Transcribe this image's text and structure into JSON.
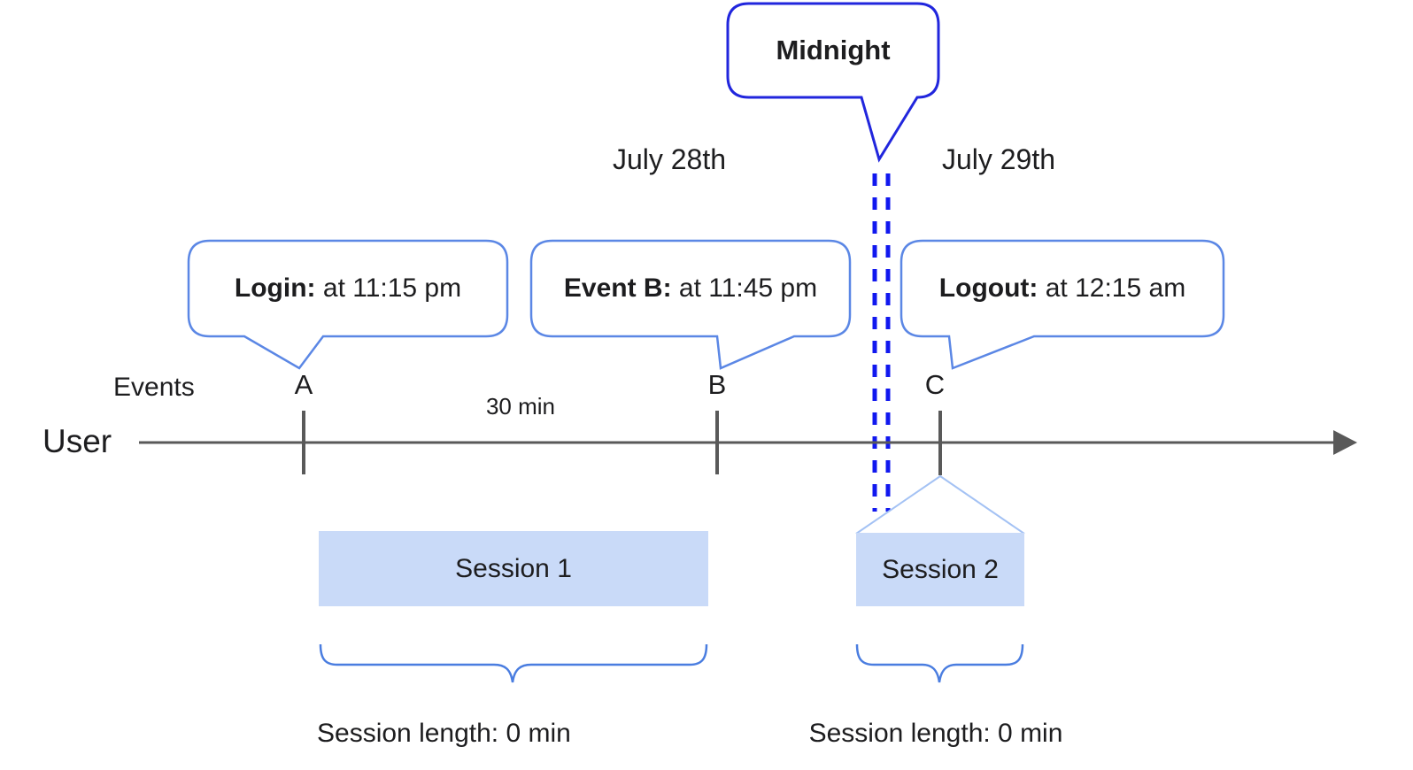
{
  "midnight_callout": {
    "label": "Midnight"
  },
  "dates": {
    "before": "July 28th",
    "after": "July 29th"
  },
  "bubbles": {
    "login": {
      "bold": "Login:",
      "rest": " at 11:15 pm"
    },
    "event_b": {
      "bold": "Event B:",
      "rest": " at 11:45 pm"
    },
    "logout": {
      "bold": "Logout:",
      "rest": " at 12:15 am"
    }
  },
  "timeline": {
    "row_label": "Events",
    "axis_label": "User",
    "interval_label": "30 min",
    "markers": {
      "a": "A",
      "b": "B",
      "c": "C"
    }
  },
  "sessions": {
    "s1": {
      "label": "Session 1",
      "length": "Session length: 0 min"
    },
    "s2": {
      "label": "Session 2",
      "length": "Session length: 0 min"
    }
  },
  "colors": {
    "midnight_blue": "#2126dd",
    "dash_blue": "#1118ef",
    "bubble_border": "#5b87e5",
    "brace_blue": "#4a7de0",
    "connector_light_blue": "#a4c2f4",
    "session_fill": "#c9daf8",
    "axis_gray": "#595959",
    "text": "#1d1d1f"
  }
}
